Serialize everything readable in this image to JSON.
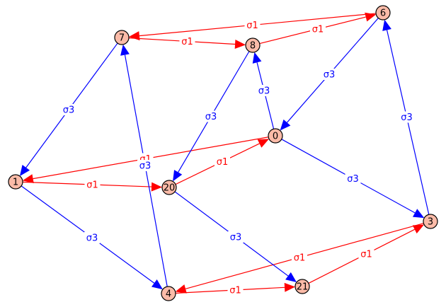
{
  "graph": {
    "colors": {
      "node_fill": "#fbbba8",
      "node_stroke": "#000000",
      "sigma1": "#ff0000",
      "sigma3": "#0000ff",
      "label_bg": "#ffffff"
    },
    "nodes": [
      {
        "id": "7",
        "label": "7"
      },
      {
        "id": "8",
        "label": "8"
      },
      {
        "id": "6",
        "label": "6"
      },
      {
        "id": "0",
        "label": "0"
      },
      {
        "id": "1",
        "label": "1"
      },
      {
        "id": "20",
        "label": "20"
      },
      {
        "id": "3",
        "label": "3"
      },
      {
        "id": "4",
        "label": "4"
      },
      {
        "id": "21",
        "label": "21"
      }
    ],
    "edges": [
      {
        "from": "6",
        "to": "7",
        "label": "σ1",
        "kind": "sigma1"
      },
      {
        "from": "7",
        "to": "8",
        "label": "σ1",
        "kind": "sigma1"
      },
      {
        "from": "8",
        "to": "6",
        "label": "σ1",
        "kind": "sigma1"
      },
      {
        "from": "0",
        "to": "1",
        "label": "σ1",
        "kind": "sigma1"
      },
      {
        "from": "1",
        "to": "20",
        "label": "σ1",
        "kind": "sigma1"
      },
      {
        "from": "20",
        "to": "0",
        "label": "σ1",
        "kind": "sigma1"
      },
      {
        "from": "3",
        "to": "4",
        "label": "σ1",
        "kind": "sigma1"
      },
      {
        "from": "4",
        "to": "21",
        "label": "σ1",
        "kind": "sigma1"
      },
      {
        "from": "21",
        "to": "3",
        "label": "σ1",
        "kind": "sigma1"
      },
      {
        "from": "7",
        "to": "1",
        "label": "σ3",
        "kind": "sigma3"
      },
      {
        "from": "8",
        "to": "20",
        "label": "σ3",
        "kind": "sigma3"
      },
      {
        "from": "6",
        "to": "0",
        "label": "σ3",
        "kind": "sigma3"
      },
      {
        "from": "3",
        "to": "6",
        "label": "σ3",
        "kind": "sigma3"
      },
      {
        "from": "0",
        "to": "8",
        "label": "σ3",
        "kind": "sigma3"
      },
      {
        "from": "0",
        "to": "3",
        "label": "σ3",
        "kind": "sigma3"
      },
      {
        "from": "4",
        "to": "7",
        "label": "σ3",
        "kind": "sigma3"
      },
      {
        "from": "1",
        "to": "4",
        "label": "σ3",
        "kind": "sigma3"
      },
      {
        "from": "20",
        "to": "21",
        "label": "σ3",
        "kind": "sigma3"
      }
    ]
  }
}
